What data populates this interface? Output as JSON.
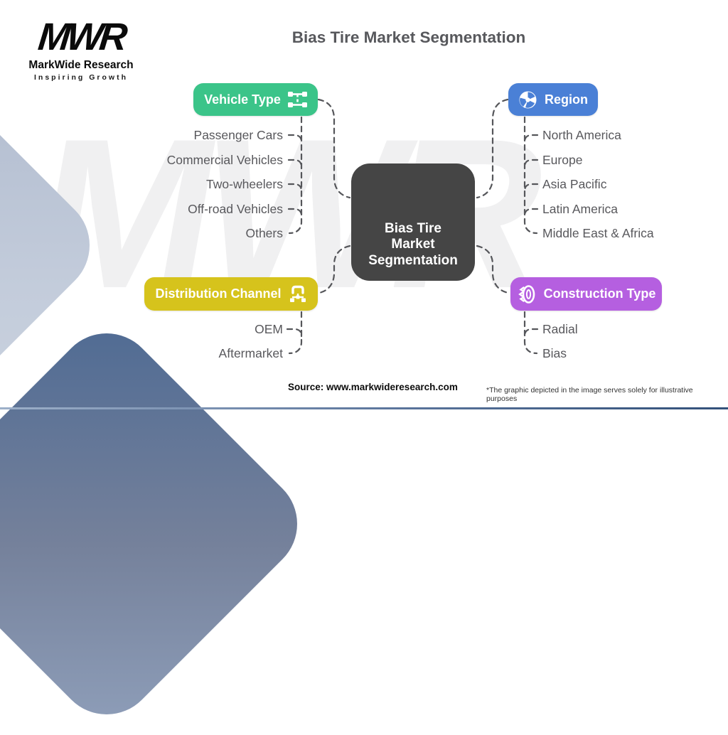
{
  "page": {
    "title": "Bias Tire Market Segmentation",
    "watermark": "MWR"
  },
  "logo": {
    "monogram": "MWR",
    "name": "MarkWide Research",
    "tagline": "Inspiring Growth"
  },
  "center_node": {
    "lines": [
      "Bias Tire",
      "Market",
      "Segmentation"
    ]
  },
  "branches": [
    {
      "id": "vehicle-type",
      "label": "Vehicle Type",
      "color": "#3bc489",
      "icon": "chassis-icon",
      "items": [
        "Passenger Cars",
        "Commercial Vehicles",
        "Two-wheelers",
        "Off-road Vehicles",
        "Others"
      ]
    },
    {
      "id": "region",
      "label": "Region",
      "color": "#4a80d6",
      "icon": "globe-icon",
      "items": [
        "North America",
        "Europe",
        "Asia Pacific",
        "Latin America",
        "Middle East & Africa"
      ]
    },
    {
      "id": "distribution-channel",
      "label": "Distribution Channel",
      "color": "#d6c31c",
      "icon": "store-network-icon",
      "items": [
        "OEM",
        "Aftermarket"
      ]
    },
    {
      "id": "construction-type",
      "label": "Construction Type",
      "color": "#b55fe0",
      "icon": "tire-icon",
      "items": [
        "Radial",
        "Bias"
      ]
    }
  ],
  "footer": {
    "source": "Source: www.markwideresearch.com",
    "disclaimer": "*The graphic depicted in the image serves solely for illustrative purposes"
  },
  "colors": {
    "center_node_bg": "#454545",
    "connector": "#55565a",
    "text": "#58585c"
  }
}
